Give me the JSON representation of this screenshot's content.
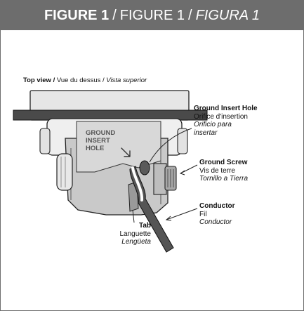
{
  "header": {
    "title_en": "FIGURE 1",
    "separator": "/",
    "title_fr": "FIGURE 1",
    "title_es": "FIGURA 1"
  },
  "view_title": {
    "en": "Top view /",
    "fr": "Vue du dessus /",
    "es": "Vista superior"
  },
  "device_label": {
    "line1": "GROUND",
    "line2": "INSERT",
    "line3": "HOLE"
  },
  "callouts": {
    "ground_insert_hole": {
      "en": "Ground Insert Hole",
      "fr": "Orifice d'insertion",
      "es_line1": "Orificio para",
      "es_line2": "insertar"
    },
    "ground_screw": {
      "en": "Ground Screw",
      "fr": "Vis de terre",
      "es": "Tornillo a Tierra"
    },
    "conductor": {
      "en": "Conductor",
      "fr": "Fil",
      "es": "Conductor"
    },
    "tab": {
      "en": "Tab",
      "fr": "Languette",
      "es": "Lengüeta"
    }
  },
  "colors": {
    "header_bg": "#6d6d6d",
    "plate": "#4a4a4a",
    "device_body": "#c9c9c9",
    "wire": "#555555"
  }
}
